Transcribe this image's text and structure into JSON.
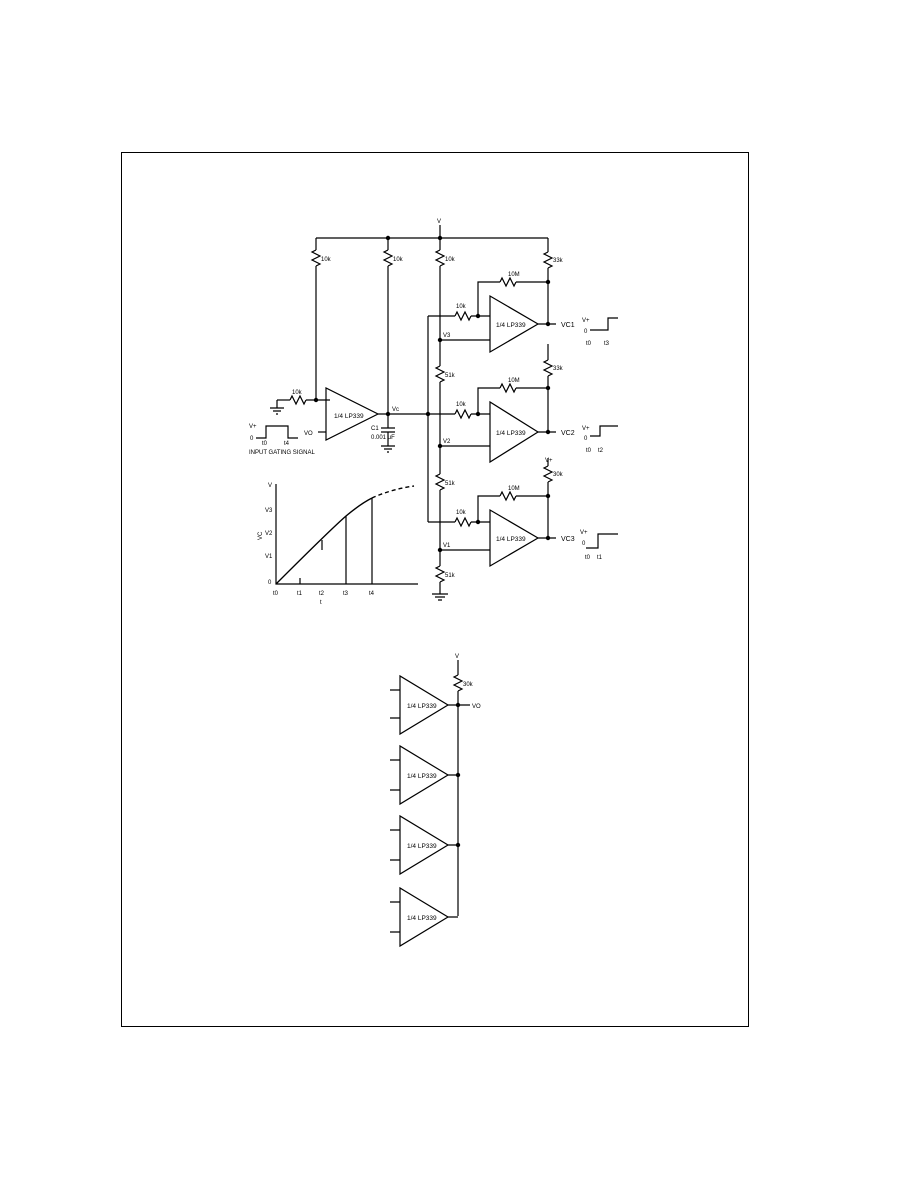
{
  "colors": {
    "ink": "#000000",
    "paper": "#ffffff"
  },
  "top_circuit": {
    "supply": "V",
    "resistors": {
      "r_in_top": "10k",
      "r_in_pullup": "10k",
      "r_ref_top": "10k",
      "r_in_series": "10k",
      "r_div_1": "51k",
      "r_div_2": "51k",
      "r_div_3": "51k",
      "r_pullup_1": "33k",
      "r_pullup_2": "33k",
      "r_pullup_3": "30k",
      "r_fb_1": "10M",
      "r_fb_2": "10M",
      "r_fb_3": "10M",
      "r_cin_1": "10k",
      "r_cin_2": "10k",
      "r_cin_3": "10k"
    },
    "opamps": {
      "integrator": "1/4 LP339",
      "comp_1": "1/4 LP339",
      "comp_2": "1/4 LP339",
      "comp_3": "1/4 LP339"
    },
    "capacitor": {
      "name": "C1",
      "value": "0.001 μF"
    },
    "node_vc": "Vc",
    "node_vo": "VO",
    "node_v3": "V3",
    "node_v2": "V2",
    "node_v1": "V1",
    "out_1": "VC1",
    "out_2": "VC2",
    "out_3": "VC3",
    "supply_vplus": "V+",
    "input_vplus": "V+",
    "input_label": "INPUT GATING SIGNAL",
    "input_t0": "t0",
    "input_t4": "t4",
    "out1_t0": "t0",
    "out1_t3": "t3",
    "out2_t0": "t0",
    "out2_t2": "t2",
    "out3_t0": "t0",
    "out3_t1": "t1",
    "zero": "0"
  },
  "graph": {
    "ylabel": "VC",
    "xlabel": "t",
    "yticks": [
      "V",
      "V3",
      "V2",
      "V1",
      "0"
    ],
    "xticks": [
      "t0",
      "t1",
      "t2",
      "t3",
      "t4"
    ]
  },
  "bottom_circuit": {
    "supply": "V",
    "pullup": "30k",
    "output": "VO",
    "opamps": [
      "1/4 LP339",
      "1/4 LP339",
      "1/4 LP339",
      "1/4 LP339"
    ]
  }
}
